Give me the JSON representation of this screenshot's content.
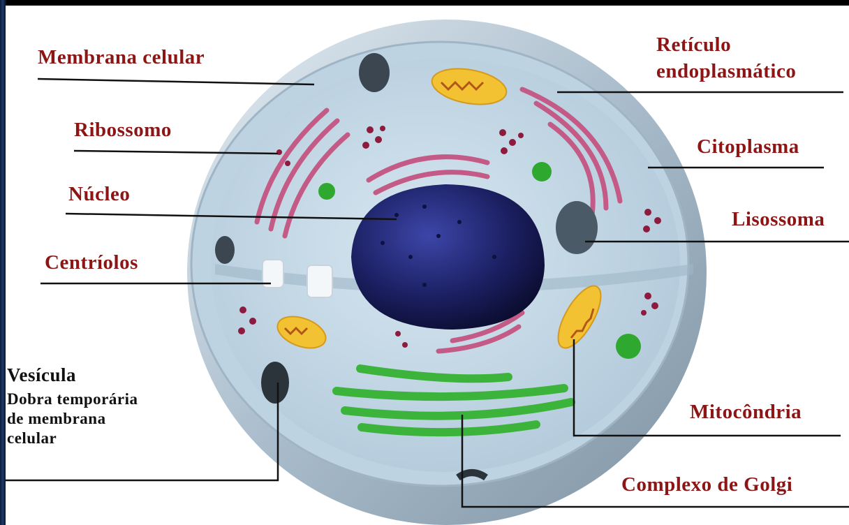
{
  "labels": {
    "membrana_celular": "Membrana celular",
    "ribossomo": "Ribossomo",
    "nucleo": "Núcleo",
    "centriolos": "Centríolos",
    "reticulo_line1": "Retículo",
    "reticulo_line2": "endoplasmático",
    "citoplasma": "Citoplasma",
    "lisossoma": "Lisossoma",
    "mitocondria": "Mitocôndria",
    "complexo_golgi": "Complexo de Golgi",
    "vesicula_title": "Vesícula",
    "vesicula_desc": "Dobra temporária\nde membrana\ncelular"
  },
  "colors": {
    "label_red": "#8c1515",
    "membrane": "#b9cbd8",
    "cytoplasm": "#c7dbe8",
    "nucleus": "#1c2063",
    "reticulum": "#c45b86",
    "mitochondria": "#f2c233",
    "golgi": "#3cb43c",
    "lysosome": "#4a5a66",
    "green_vesicle": "#2ea82e"
  }
}
